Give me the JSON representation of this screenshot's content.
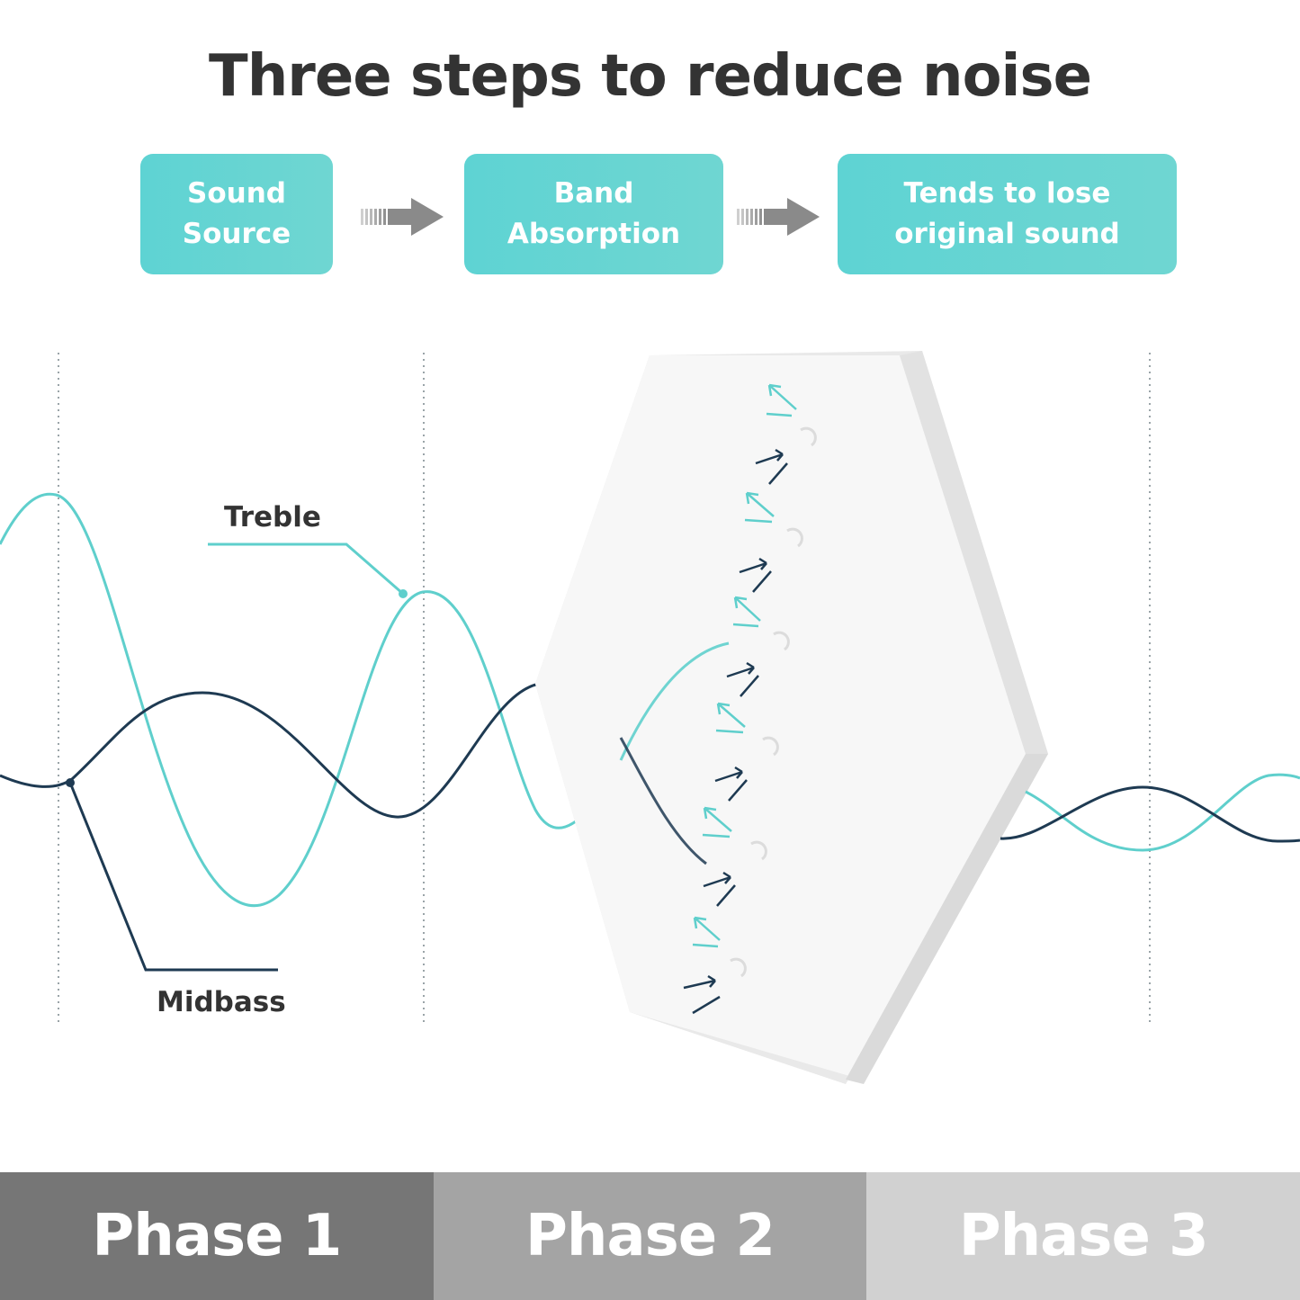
{
  "title": "Three steps to reduce noise",
  "steps": [
    {
      "line1": "Sound",
      "line2": "Source"
    },
    {
      "line1": "Band",
      "line2": "Absorption"
    },
    {
      "line1": "Tends to lose",
      "line2": "original sound"
    }
  ],
  "labels": {
    "treble": "Treble",
    "midbass": "Midbass"
  },
  "phases": [
    "Phase 1",
    "Phase 2",
    "Phase 3"
  ],
  "colors": {
    "accent": "#5ed3d3",
    "treble_wave": "#5fcfcc",
    "midbass_wave": "#1e3a52",
    "title_text": "#333333",
    "phase1": "#767676",
    "phase2": "#a4a4a4",
    "phase3": "#d1d1d1"
  },
  "icons": {
    "step_arrow": "right-arrow-icon",
    "panel": "hexagon-acoustic-panel"
  }
}
